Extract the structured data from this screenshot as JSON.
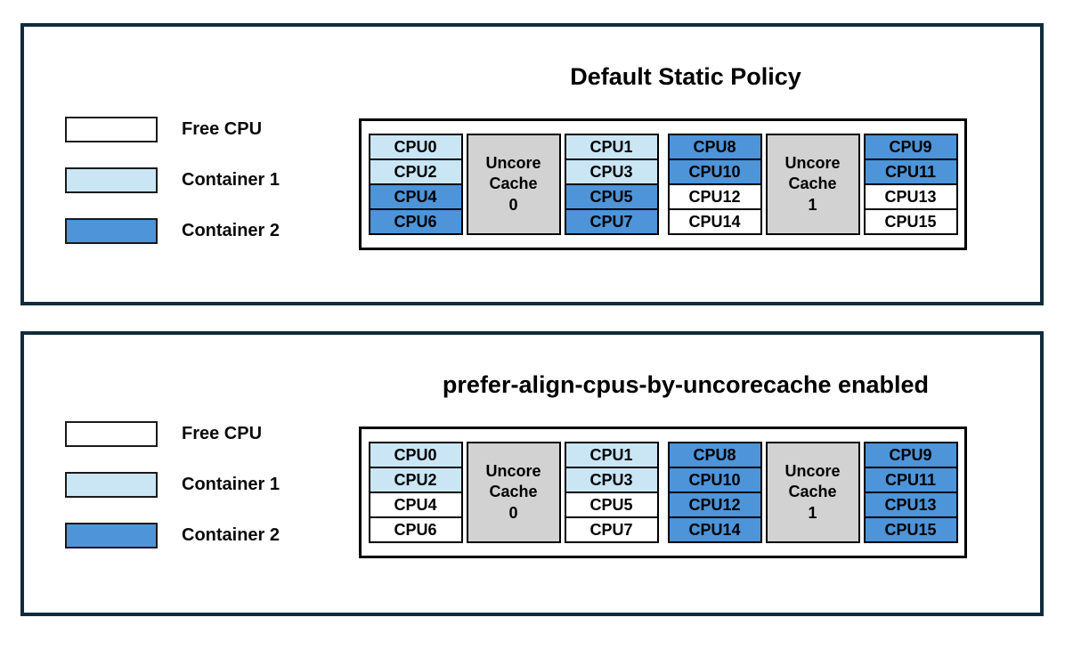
{
  "colors": {
    "free": "#ffffff",
    "container1": "#cae6f5",
    "container2": "#4d94d9",
    "cache_fill": "#d2d2d2",
    "panel_border": "#112b3d",
    "box_border": "#000000"
  },
  "legend": {
    "items": [
      {
        "label": "Free CPU",
        "owner": "free"
      },
      {
        "label": "Container 1",
        "owner": "container1"
      },
      {
        "label": "Container 2",
        "owner": "container2"
      }
    ]
  },
  "panels": [
    {
      "title": "Default Static Policy",
      "clusters": [
        {
          "cache_label": "Uncore\nCache\n0",
          "left": [
            {
              "label": "CPU0",
              "owner": "container1"
            },
            {
              "label": "CPU2",
              "owner": "container1"
            },
            {
              "label": "CPU4",
              "owner": "container2"
            },
            {
              "label": "CPU6",
              "owner": "container2"
            }
          ],
          "right": [
            {
              "label": "CPU1",
              "owner": "container1"
            },
            {
              "label": "CPU3",
              "owner": "container1"
            },
            {
              "label": "CPU5",
              "owner": "container2"
            },
            {
              "label": "CPU7",
              "owner": "container2"
            }
          ]
        },
        {
          "cache_label": "Uncore\nCache\n1",
          "left": [
            {
              "label": "CPU8",
              "owner": "container2"
            },
            {
              "label": "CPU10",
              "owner": "container2"
            },
            {
              "label": "CPU12",
              "owner": "free"
            },
            {
              "label": "CPU14",
              "owner": "free"
            }
          ],
          "right": [
            {
              "label": "CPU9",
              "owner": "container2"
            },
            {
              "label": "CPU11",
              "owner": "container2"
            },
            {
              "label": "CPU13",
              "owner": "free"
            },
            {
              "label": "CPU15",
              "owner": "free"
            }
          ]
        }
      ]
    },
    {
      "title": "prefer-align-cpus-by-uncorecache enabled",
      "clusters": [
        {
          "cache_label": "Uncore\nCache\n0",
          "left": [
            {
              "label": "CPU0",
              "owner": "container1"
            },
            {
              "label": "CPU2",
              "owner": "container1"
            },
            {
              "label": "CPU4",
              "owner": "free"
            },
            {
              "label": "CPU6",
              "owner": "free"
            }
          ],
          "right": [
            {
              "label": "CPU1",
              "owner": "container1"
            },
            {
              "label": "CPU3",
              "owner": "container1"
            },
            {
              "label": "CPU5",
              "owner": "free"
            },
            {
              "label": "CPU7",
              "owner": "free"
            }
          ]
        },
        {
          "cache_label": "Uncore\nCache\n1",
          "left": [
            {
              "label": "CPU8",
              "owner": "container2"
            },
            {
              "label": "CPU10",
              "owner": "container2"
            },
            {
              "label": "CPU12",
              "owner": "container2"
            },
            {
              "label": "CPU14",
              "owner": "container2"
            }
          ],
          "right": [
            {
              "label": "CPU9",
              "owner": "container2"
            },
            {
              "label": "CPU11",
              "owner": "container2"
            },
            {
              "label": "CPU13",
              "owner": "container2"
            },
            {
              "label": "CPU15",
              "owner": "container2"
            }
          ]
        }
      ]
    }
  ]
}
